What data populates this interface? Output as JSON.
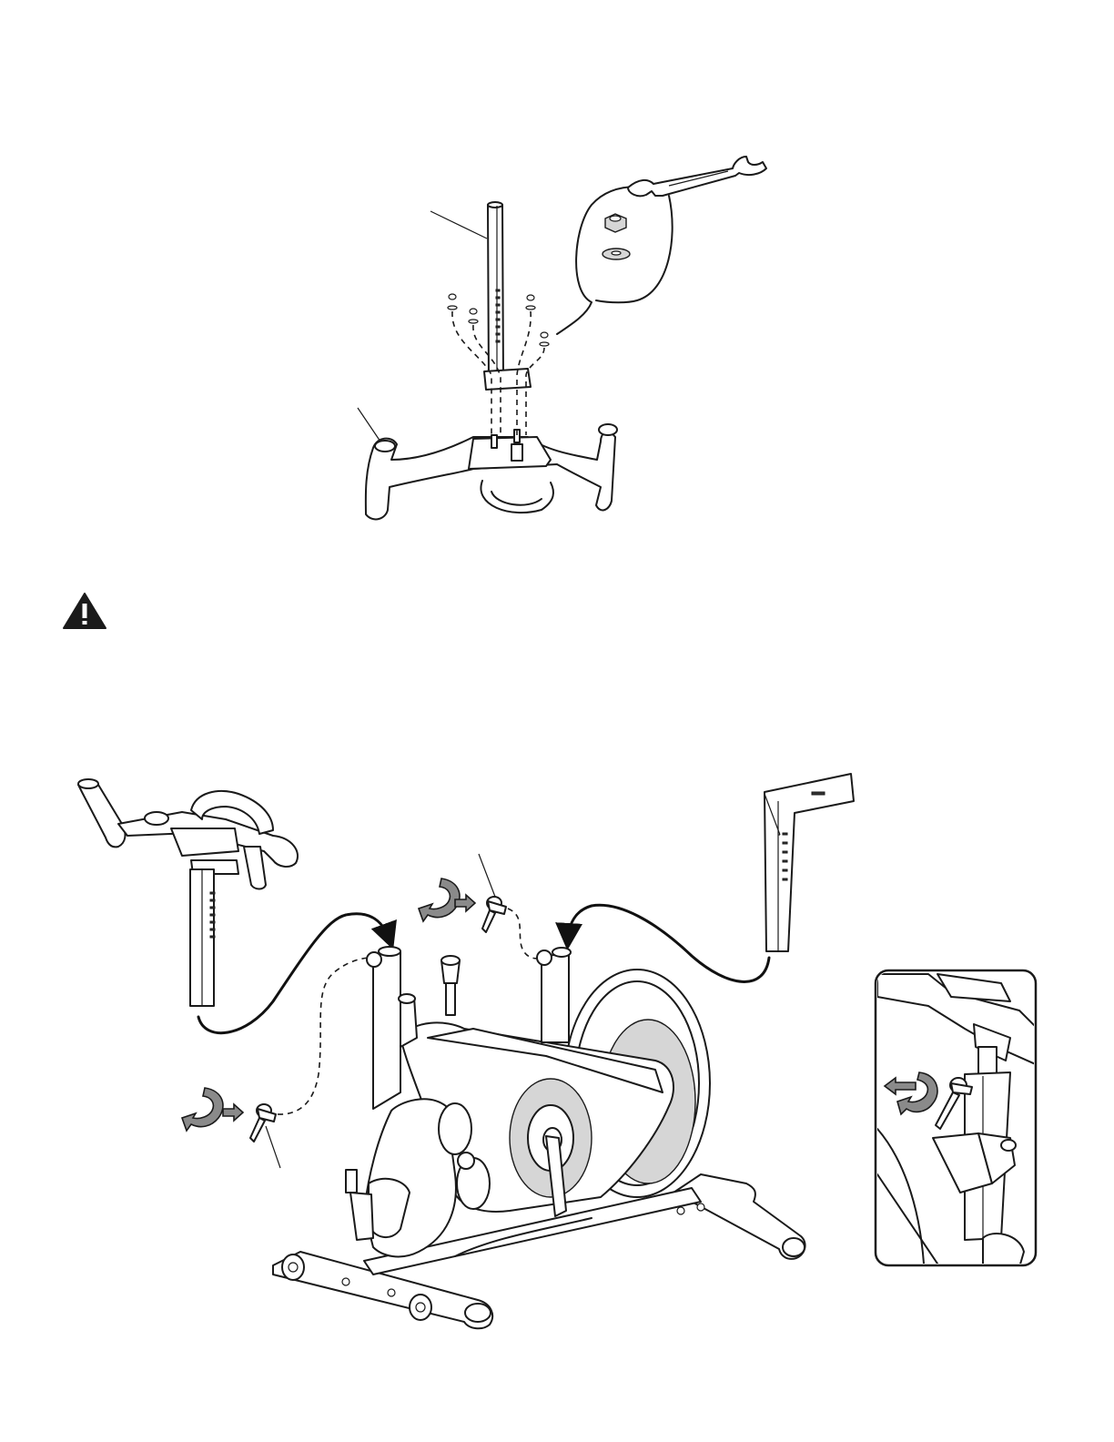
{
  "page": {
    "background": "#ffffff",
    "line_color": "#1a1a1a",
    "warning_color": "#1a1a1a"
  },
  "figures": [
    {
      "id": "handlebar-post-assembly",
      "icons": [
        "wrench-icon",
        "nut-icon",
        "washer-icon"
      ]
    },
    {
      "id": "warning",
      "icons": [
        "warning-icon"
      ]
    },
    {
      "id": "bike-frame-assembly",
      "icons": [
        "rotate-arrow-icon",
        "push-arrow-icon",
        "pop-pin-lever-icon"
      ]
    },
    {
      "id": "inset-detail",
      "icons": [
        "pull-arrow-icon",
        "rotate-arrow-icon",
        "pop-pin-lever-icon"
      ]
    }
  ]
}
